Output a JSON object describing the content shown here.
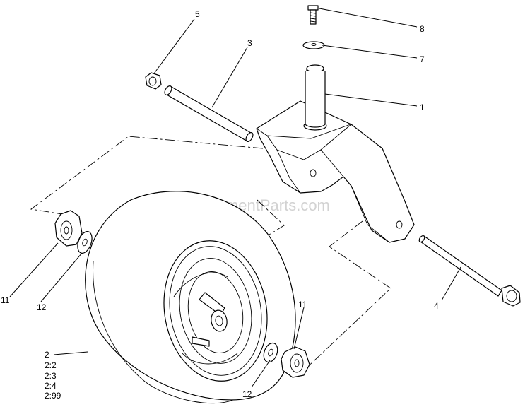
{
  "watermark": "eReplacementParts.com",
  "callouts": {
    "c1": "1",
    "c2": "2",
    "c2_2": "2:2",
    "c2_3": "2:3",
    "c2_4": "2:4",
    "c2_99": "2:99",
    "c3": "3",
    "c4": "4",
    "c5": "5",
    "c7": "7",
    "c8": "8",
    "c11_left": "11",
    "c11_right": "11",
    "c12_left": "12",
    "c12_right": "12"
  },
  "icons": {
    "fork": "caster-fork-icon",
    "wheel": "tire-wheel-icon",
    "bolt": "bolt-icon",
    "washer": "washer-icon",
    "spacer": "spacer-icon",
    "nut": "locknut-icon"
  }
}
